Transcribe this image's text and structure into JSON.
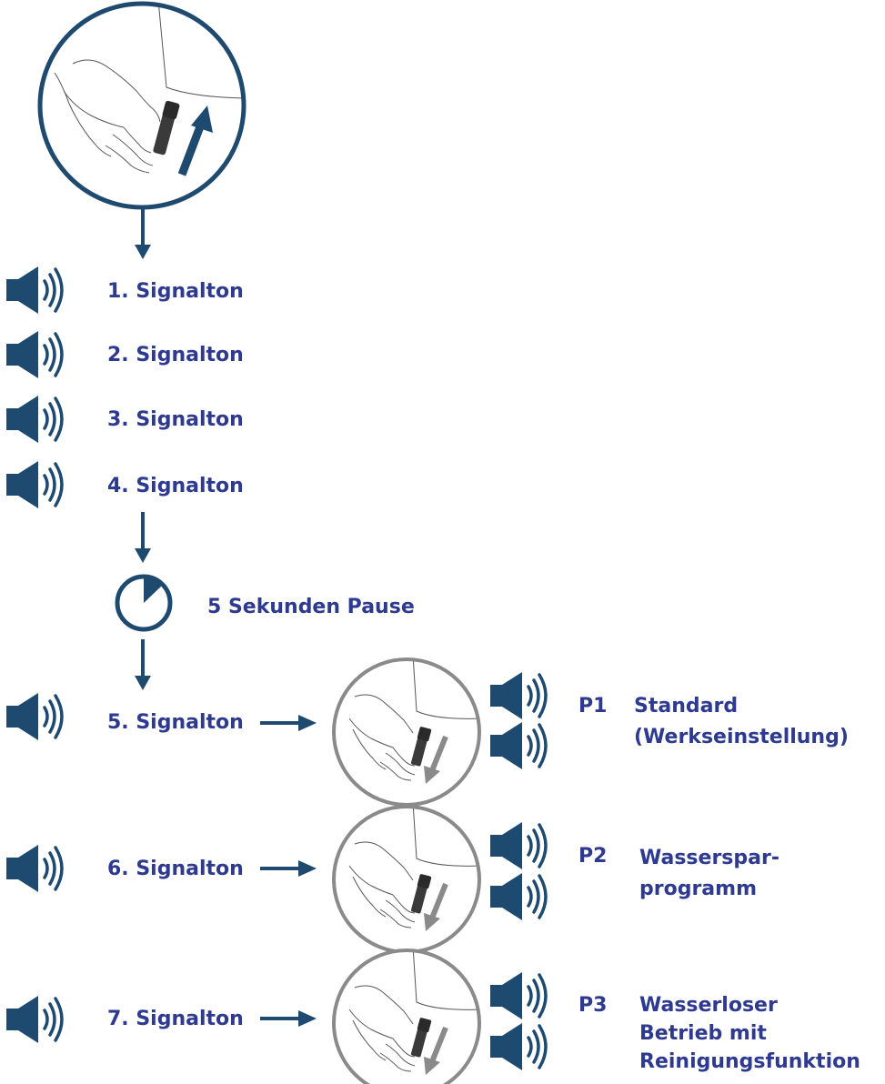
{
  "colors": {
    "primary": "#1e4a70",
    "text": "#2e3a8f",
    "gray": "#8a8a8a"
  },
  "icons": {
    "speaker": "speaker-sound-icon",
    "arrow_down": "arrow-down-icon",
    "arrow_right": "arrow-right-icon",
    "timer": "timer-icon",
    "hand_up": "hand-pull-up-illustration",
    "hand_down": "hand-push-down-illustration"
  },
  "signals": [
    "1. Signalton",
    "2. Signalton",
    "3. Signalton",
    "4. Signalton",
    "5. Signalton",
    "6. Signalton",
    "7. Signalton"
  ],
  "pause_label": "5 Sekunden Pause",
  "programs": [
    {
      "code": "P1",
      "lines": [
        "Standard",
        "(Werkseinstellung)"
      ]
    },
    {
      "code": "P2",
      "lines": [
        "Wasserspar-",
        "programm"
      ]
    },
    {
      "code": "P3",
      "lines": [
        "Wasserloser",
        "Betrieb mit",
        "Reinigungsfunktion"
      ]
    }
  ]
}
